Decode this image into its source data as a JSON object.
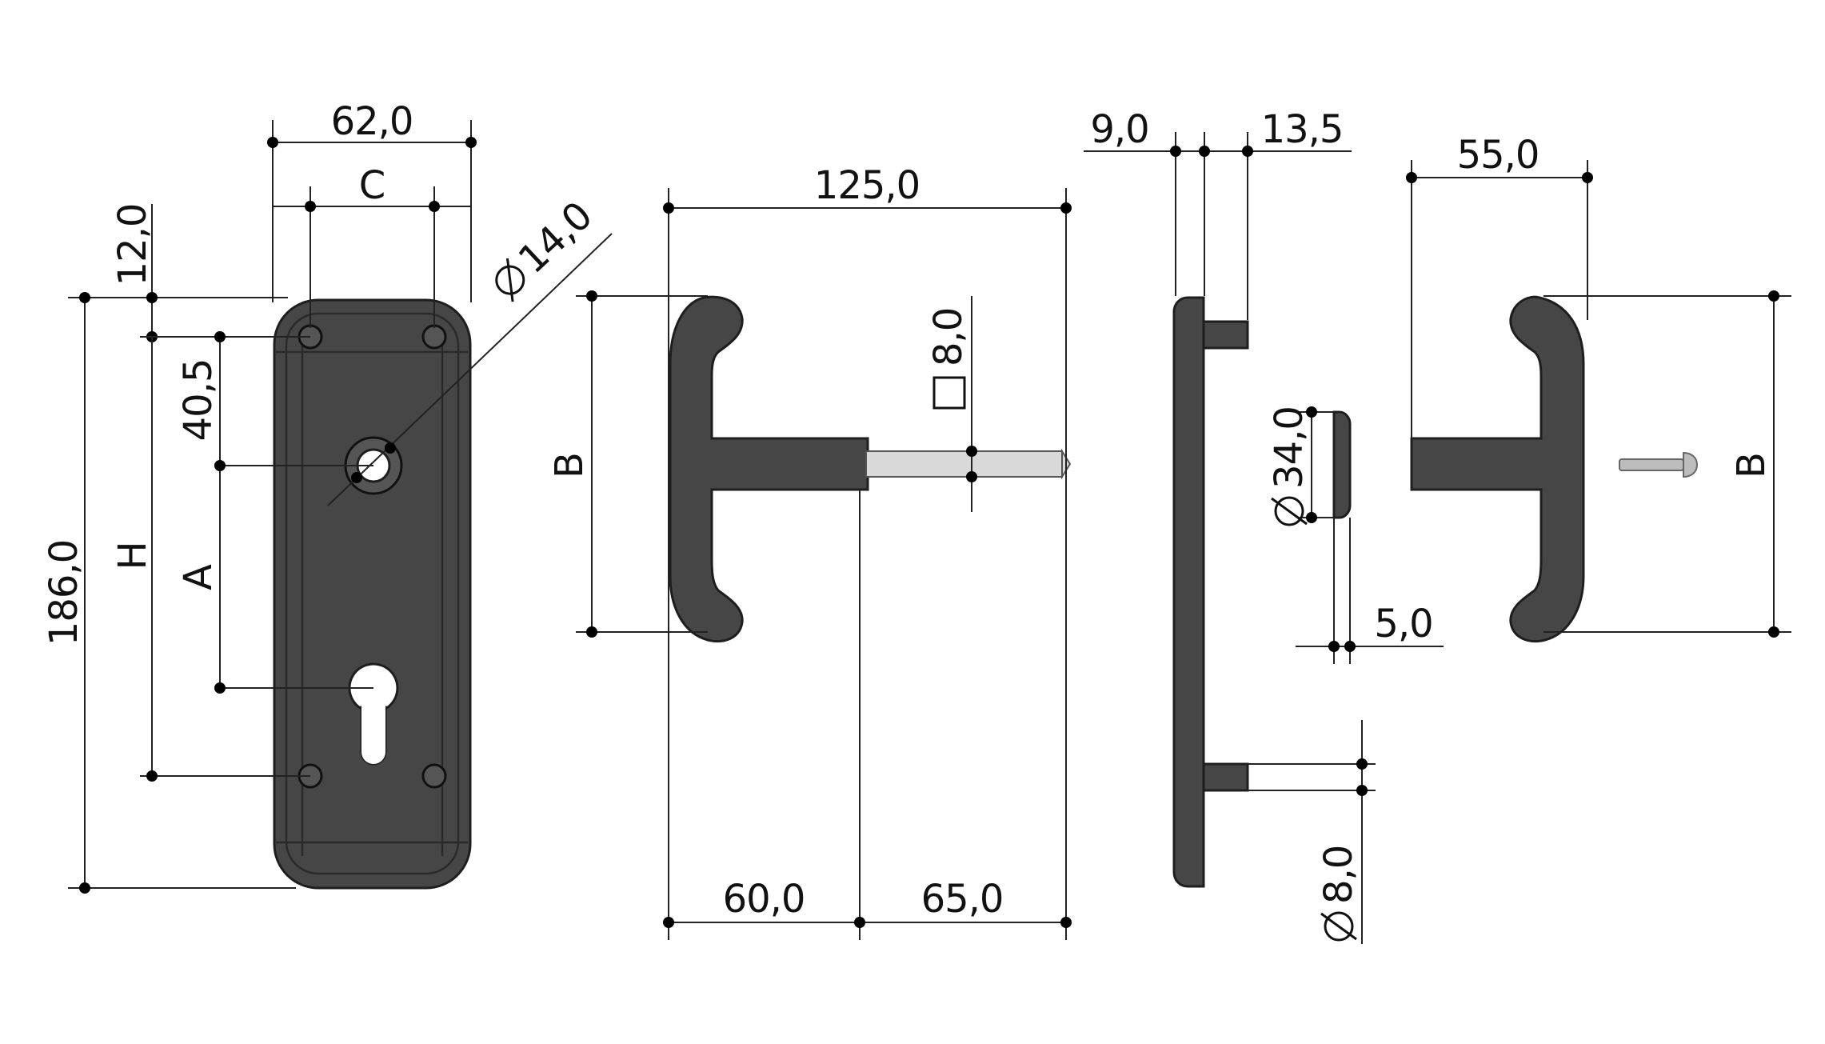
{
  "colors": {
    "part_fill": "#464646",
    "part_outline": "#1e1e1e",
    "dimension_line": "#222222",
    "spindle": "#d9d9d9",
    "background": "#ffffff"
  },
  "dimensions": {
    "plate_width": "62,0",
    "screw_spacing": "C",
    "top_offset": "12,0",
    "hole_diameter": "14,0",
    "hole_offset": "40,5",
    "plate_height": "186,0",
    "screw_distance": "H",
    "center_distance": "A",
    "handle_span_left": "B",
    "spindle_square": "8,0",
    "total_length": "125,0",
    "length_left": "60,0",
    "length_right": "65,0",
    "plate_thickness": "9,0",
    "boss_length": "13,5",
    "rosette_diameter": "34,0",
    "rosette_thickness": "5,0",
    "boss_diameter": "8,0",
    "handle_projection": "55,0",
    "handle_span_right": "B"
  }
}
